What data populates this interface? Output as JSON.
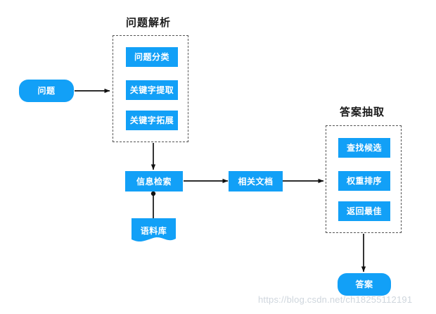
{
  "diagram": {
    "background": "#ffffff",
    "node_color": "#12a0f7",
    "node_text_color": "#ffffff",
    "group_border_color": "#555555",
    "connector_color": "#111111",
    "watermark": "https://blog.csdn.net/ch18255112191"
  },
  "groups": [
    {
      "id": "question-parsing",
      "title": "问题解析"
    },
    {
      "id": "answer-extraction",
      "title": "答案抽取"
    }
  ],
  "nodes": {
    "question": "问题",
    "question_classify": "问题分类",
    "keyword_extract": "关键字提取",
    "keyword_expand": "关键字拓展",
    "info_retrieval": "信息检索",
    "corpus": "语料库",
    "related_docs": "相关文档",
    "find_candidates": "查找候选",
    "weight_ranking": "权重排序",
    "return_best": "返回最佳",
    "answer": "答案"
  }
}
